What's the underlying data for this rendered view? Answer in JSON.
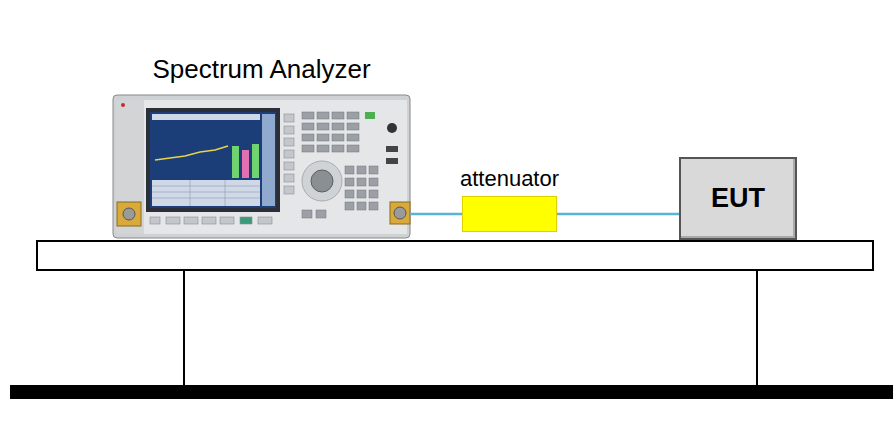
{
  "diagram": {
    "nodes": [
      {
        "text": [
          "Spectrum Analyzer"
        ]
      },
      {
        "text": [
          "attenuator"
        ]
      },
      {
        "text": [
          "EUT"
        ]
      }
    ],
    "edges": [
      {
        "from": 0,
        "to": 1,
        "arrow": "none"
      },
      {
        "from": 1,
        "to": 2,
        "arrow": "none"
      }
    ]
  }
}
